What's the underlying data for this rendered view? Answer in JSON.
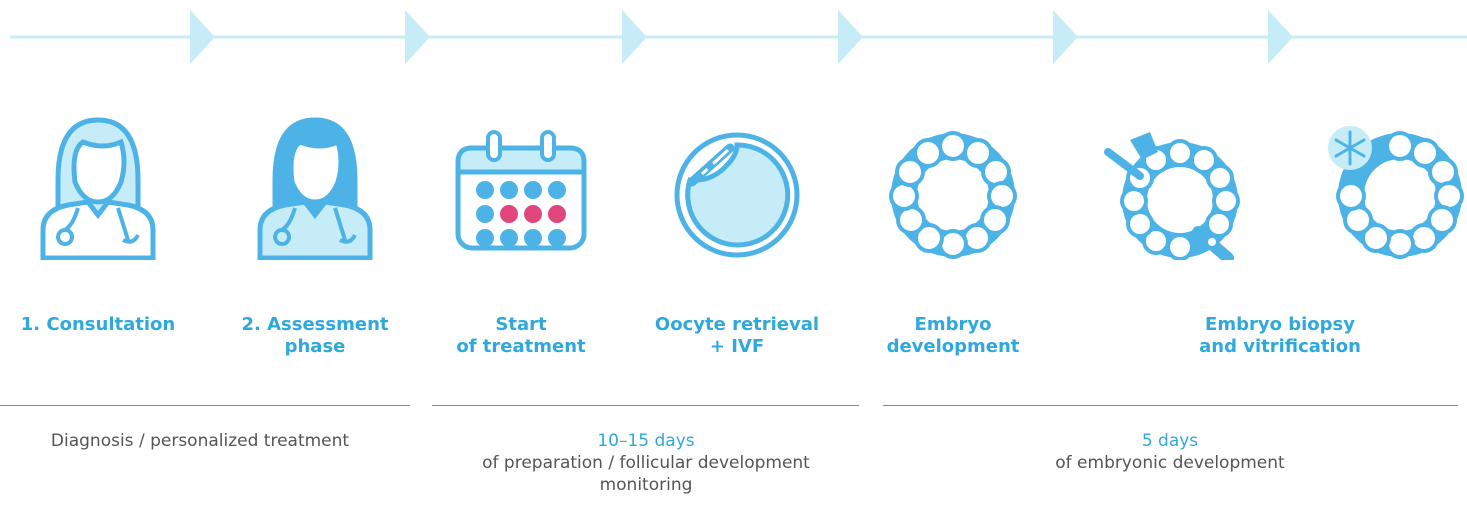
{
  "colors": {
    "primary": "#4db3e6",
    "light_fill": "#c5ecf7",
    "accent": "#e0457b",
    "label": "#2fa8dc",
    "timeline": "#c5ecf7",
    "text": "#555555"
  },
  "steps": [
    {
      "label": "1. Consultation",
      "icon": "doctor-outline-icon"
    },
    {
      "label": "2. Assessment\nphase",
      "icon": "doctor-filled-icon"
    },
    {
      "label": "Start\nof treatment",
      "icon": "calendar-icon"
    },
    {
      "label": "Oocyte retrieval\n+ IVF",
      "icon": "oocyte-injection-icon"
    },
    {
      "label": "Embryo\ndevelopment",
      "icon": "embryo-icon"
    },
    {
      "label": "Embryo biopsy\nand vitrification",
      "icon": "embryo-biopsy-icon"
    },
    {
      "label": "",
      "icon": "embryo-frozen-icon"
    }
  ],
  "phases": [
    {
      "duration": "",
      "description": "Diagnosis / personalized treatment"
    },
    {
      "duration": "10–15 days",
      "description": "of preparation / follicular development monitoring"
    },
    {
      "duration": "5 days",
      "description": "of embryonic development"
    }
  ]
}
